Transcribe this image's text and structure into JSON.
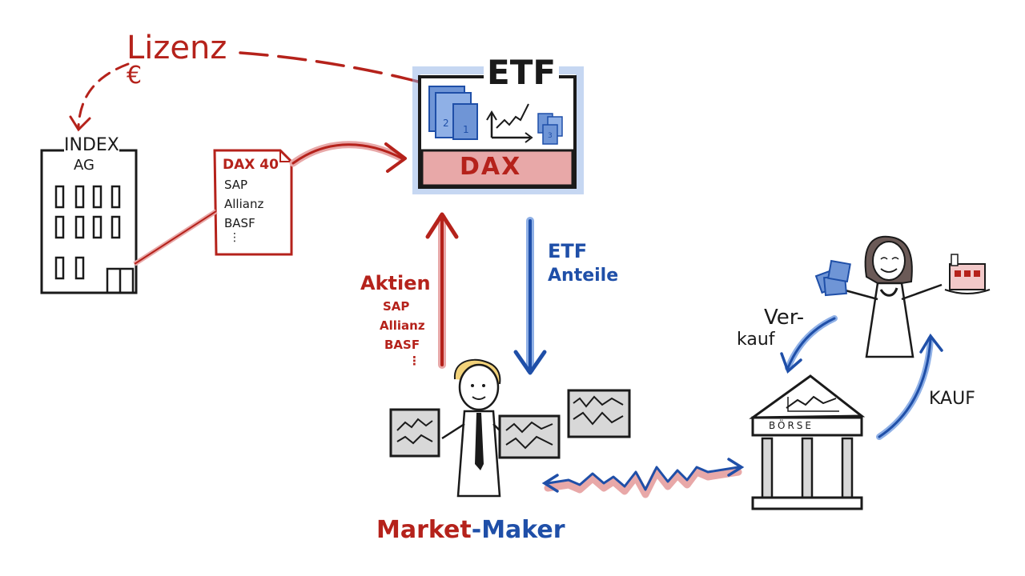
{
  "labels": {
    "lizenz": "Lizenz",
    "euro": "€",
    "index_ag_line1": "INDEX",
    "index_ag_line2": "AG",
    "etf": "ETF",
    "dax": "DAX",
    "dax_doc_title": "DAX 40",
    "dax_doc_items": [
      "SAP",
      "Allianz",
      "BASF",
      "⋮"
    ],
    "aktien": "Aktien",
    "aktien_items": [
      "SAP",
      "Allianz",
      "BASF",
      "⋮"
    ],
    "etf_anteile_line1": "ETF",
    "etf_anteile_line2": "Anteile",
    "verkauf_line1": "Ver-",
    "verkauf_line2": "kauf",
    "kauf": "KAUF",
    "boerse": "BÖRSE",
    "market_maker_part1": "Market",
    "market_maker_dash": "-",
    "market_maker_part2": "Maker",
    "etf_doc_numbers": [
      "2",
      "1",
      "3"
    ]
  },
  "colors": {
    "red": "#b5221b",
    "blue": "#1f4fa8",
    "pink": "#e8a8a8",
    "light_blue": "#6f95d6",
    "ink": "#1a1a1a"
  }
}
